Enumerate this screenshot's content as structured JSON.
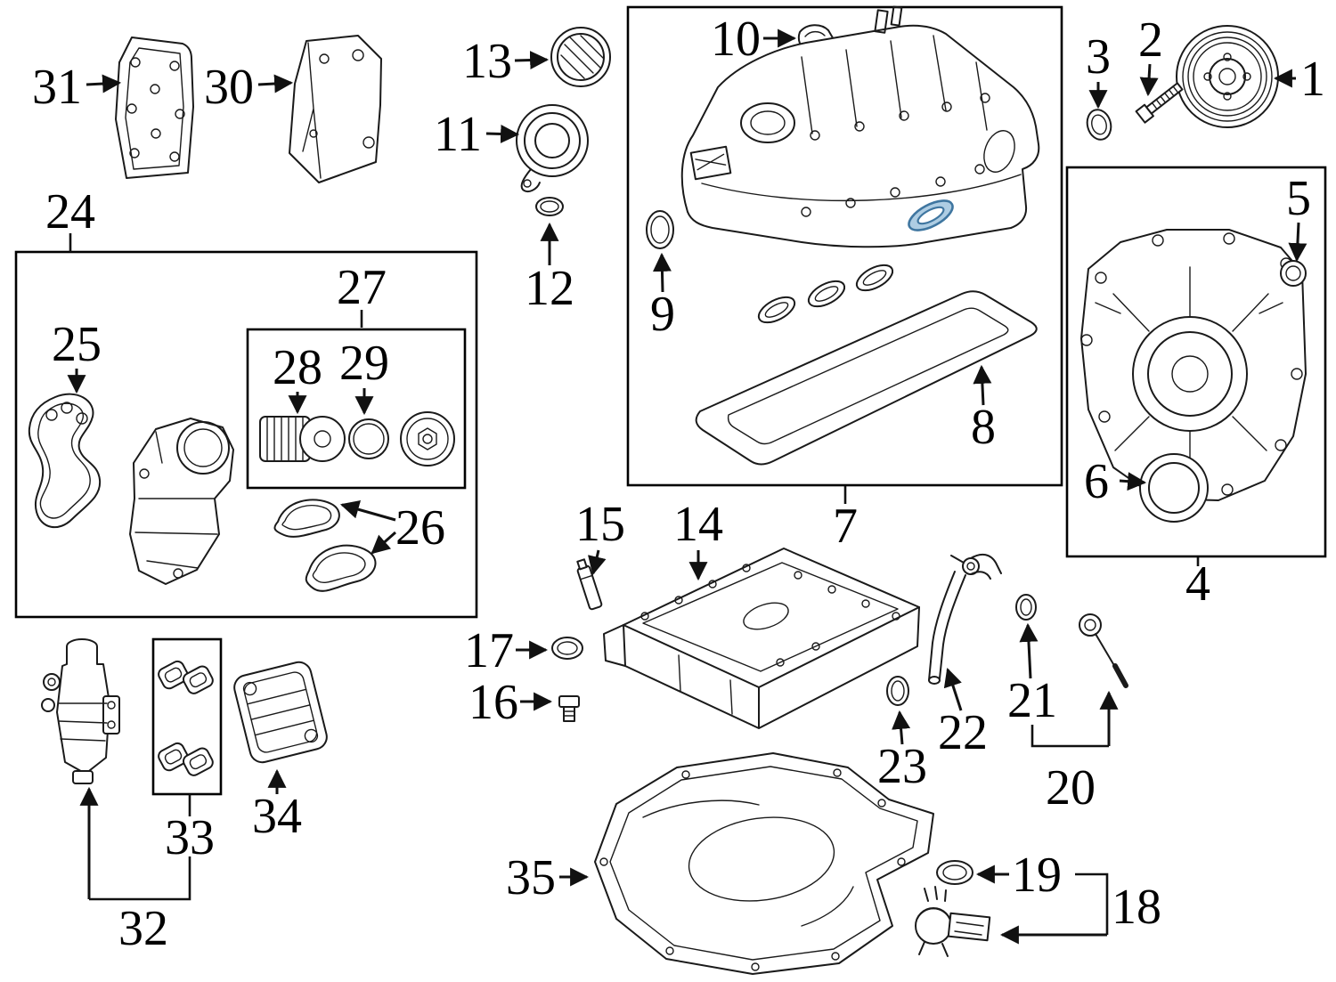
{
  "diagram": {
    "background": "#ffffff",
    "line_color": "#1a1a1a",
    "box_color": "#000000",
    "highlight_fill": "#aecde3",
    "highlight_stroke": "#3f76a0"
  },
  "callouts": [
    "1",
    "2",
    "3",
    "4",
    "5",
    "6",
    "7",
    "8",
    "9",
    "10",
    "11",
    "12",
    "13",
    "14",
    "15",
    "16",
    "17",
    "18",
    "19",
    "20",
    "21",
    "22",
    "23",
    "24",
    "25",
    "26",
    "27",
    "28",
    "29",
    "30",
    "31",
    "32",
    "33",
    "34",
    "35"
  ]
}
